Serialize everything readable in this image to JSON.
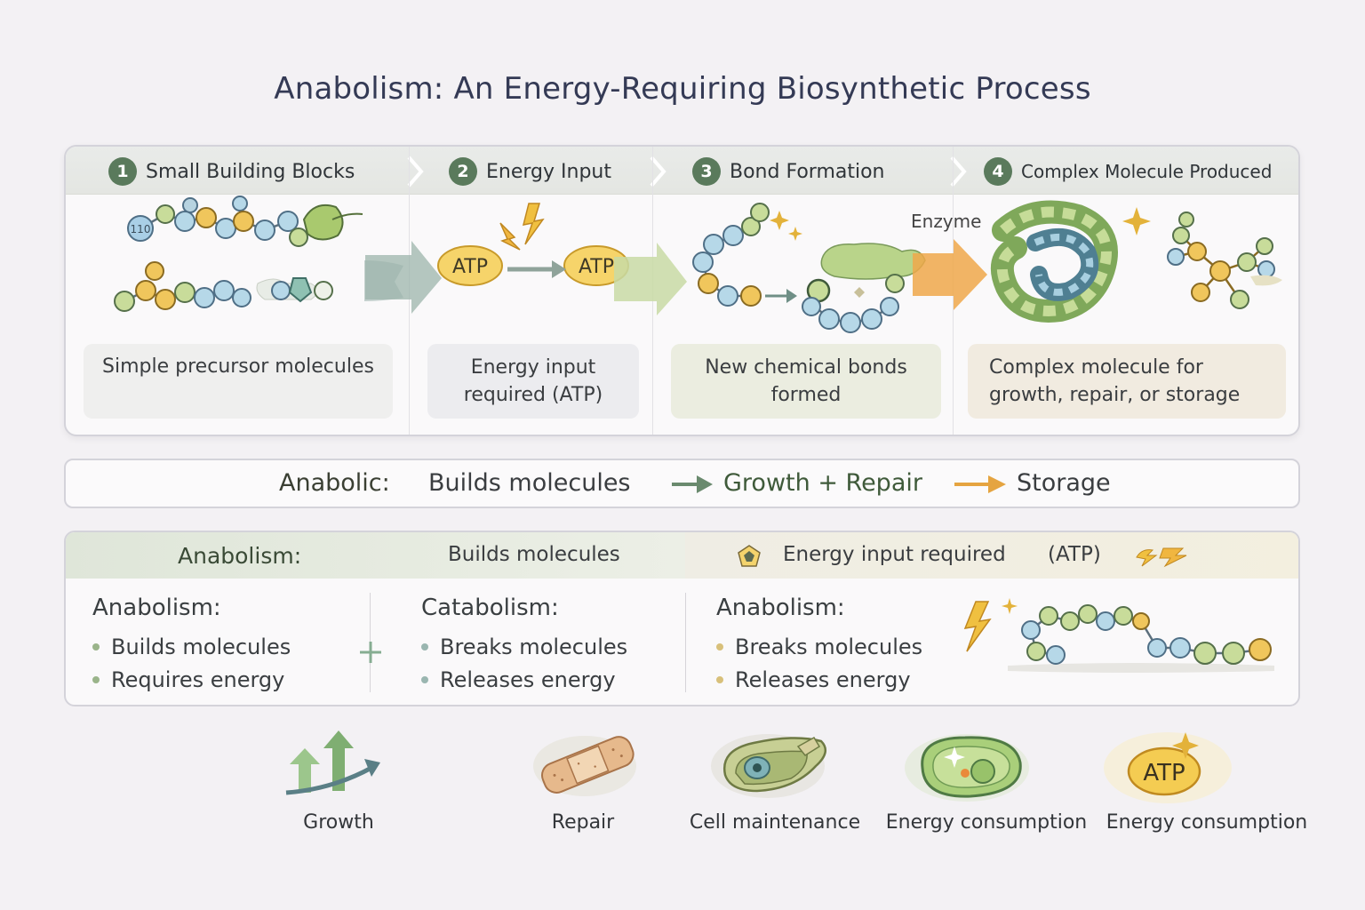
{
  "title": "Anabolism: An Energy-Requiring Biosynthetic Process",
  "stages": [
    {
      "number": "1",
      "label": "Small Building Blocks",
      "caption": [
        "Simple precursor molecules"
      ]
    },
    {
      "number": "2",
      "label": "Energy Input",
      "caption": [
        "Energy input",
        "required (ATP)"
      ]
    },
    {
      "number": "3",
      "label": "Bond Formation",
      "caption": [
        "New chemical bonds",
        "formed"
      ]
    },
    {
      "number": "4",
      "label": "Complex Molecule Produced",
      "caption": [
        "Complex molecule for",
        "growth, repair, or storage"
      ]
    }
  ],
  "stage_art": {
    "block_label": "110",
    "atp_left": "ATP",
    "atp_right": "ATP",
    "enzyme": "Enzyme"
  },
  "strip": {
    "lead": "Anabolic:",
    "step1": "Builds molecules",
    "step2": "Growth + Repair",
    "step3": "Storage"
  },
  "comparison": {
    "head_left_title": "Anabolism:",
    "head_left_text": "Builds molecules",
    "head_right_text": "Energy input required",
    "head_right_unit": "(ATP)",
    "columns": [
      {
        "title": "Anabolism:",
        "items": [
          "Builds molecules",
          "Requires energy"
        ]
      },
      {
        "title": "Catabolism:",
        "items": [
          "Breaks molecules",
          "Releases energy"
        ]
      },
      {
        "title": "Anabolism:",
        "items": [
          "Breaks molecules",
          "Releases energy"
        ]
      }
    ]
  },
  "icons": [
    {
      "name": "growth-icon",
      "label": "Growth"
    },
    {
      "name": "bandage-icon",
      "label": "Repair"
    },
    {
      "name": "cell-icon",
      "label": "Cell maintenance"
    },
    {
      "name": "energy-cell-icon",
      "label": "Energy consumption"
    },
    {
      "name": "atp-coin-icon",
      "label": "Energy consumption",
      "badge": "ATP"
    }
  ],
  "colors": {
    "title": "#343a55",
    "accent_green": "#5a7a5c",
    "atp_yellow": "#f2c94c",
    "arrow_orange": "#e9a640"
  }
}
